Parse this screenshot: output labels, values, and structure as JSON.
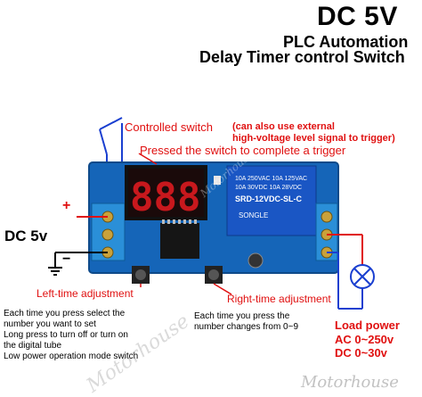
{
  "title": "DC 5V",
  "subtitle_1": "PLC Automation",
  "subtitle_2": "Delay Timer control Switch",
  "controlled_switch": "Controlled switch",
  "controlled_switch_note_1": "(can also use external",
  "controlled_switch_note_2": "high-voltage level signal to trigger)",
  "pressed_switch": "Pressed the switch to complete a trigger",
  "dc5v_label": "DC 5v",
  "plus_sign": "+",
  "minus_sign": "−",
  "left_adjustment": "Left-time adjustment",
  "right_adjustment": "Right-time adjustment",
  "left_note": [
    "Each time you press select the",
    "number you want to set",
    "Long press to turn off or turn on",
    "the digital tube",
    "Low power operation mode switch"
  ],
  "right_note": [
    "Each time you press the",
    "number changes from 0~9"
  ],
  "load_power": "Load power",
  "ac_range": "AC 0~250v",
  "dc_range": "DC 0~30v",
  "watermarks": [
    "Motorhouse",
    "Motorhouse",
    "Motorhouse"
  ],
  "relay": {
    "model": "SRD-12VDC-SL-C",
    "rating_1": "10A 250VAC 10A 125VAC",
    "rating_2": "10A 30VDC 10A 28VDC",
    "brand": "SONGLE"
  },
  "colors": {
    "pcb": "#1565b8",
    "red": "#e01010",
    "blue_wire": "#1a3fd0",
    "display": "#c8181d",
    "relay": "#1a56c4",
    "terminal": "#2a8fd8"
  }
}
